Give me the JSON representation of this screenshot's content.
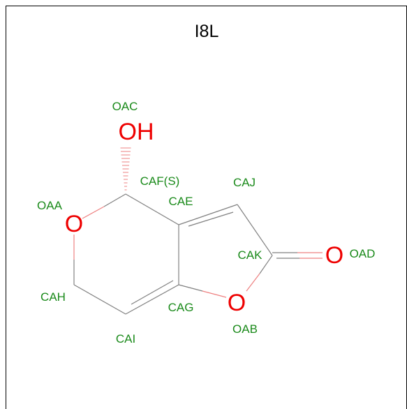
{
  "title": "I8L",
  "colors": {
    "atom_label": "#1a8a1a",
    "heteroatom": "#ee0000",
    "bond": "#808080",
    "frame": "#000000"
  },
  "atom_names": {
    "oac": "OAC",
    "oaa": "OAA",
    "caf": "CAF(S)",
    "cae": "CAE",
    "caj": "CAJ",
    "cak": "CAK",
    "oad": "OAD",
    "cah": "CAH",
    "cag": "CAG",
    "cai": "CAI",
    "oab": "OAB"
  },
  "element_symbols": {
    "hydroxyl": "OH",
    "ring_oxygen": "O",
    "lactone_oxygen": "O",
    "carbonyl_oxygen": "O"
  }
}
